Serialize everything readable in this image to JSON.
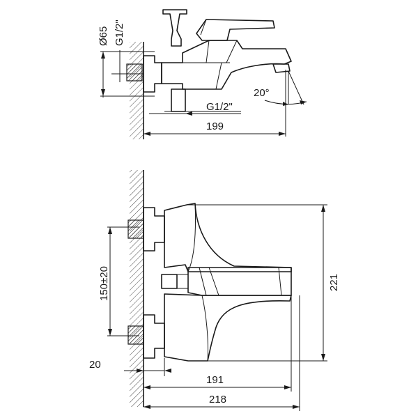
{
  "side_view": {
    "dim_diameter": "Ø65",
    "dim_inlet_thread": "G1/2\"",
    "dim_outlet_thread": "G1/2\"",
    "dim_angle": "20°",
    "dim_depth": "199"
  },
  "front_view": {
    "dim_height": "221",
    "dim_centers": "150±20",
    "dim_wall_offset": "20",
    "dim_body_width": "191",
    "dim_total_width": "218"
  }
}
